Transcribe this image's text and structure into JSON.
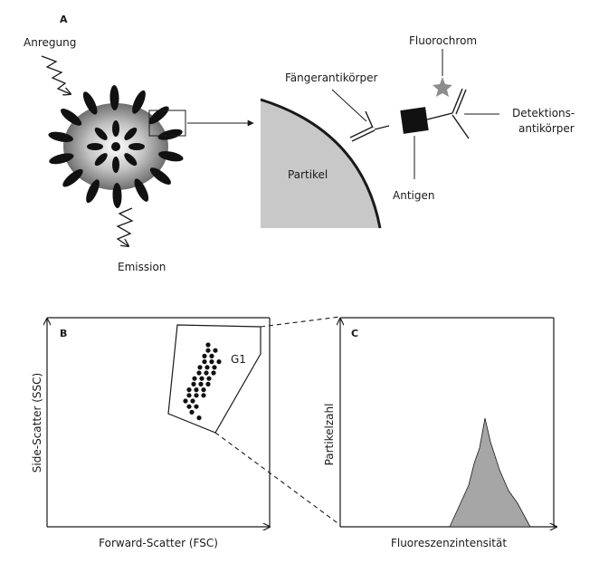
{
  "panels": {
    "a": {
      "letter": "A",
      "excitation": "Anregung",
      "emission": "Emission",
      "fluorochrome": "Fluorochrom",
      "capture_antibody": "Fängerantikörper",
      "detection_antibody_line1": "Detektions-",
      "detection_antibody_line2": "antikörper",
      "particle": "Partikel",
      "antigen": "Antigen"
    },
    "b": {
      "letter": "B",
      "ylabel": "Side-Scatter (SSC)",
      "xlabel": "Forward-Scatter (FSC)",
      "gate_label": "G1"
    },
    "c": {
      "letter": "C",
      "ylabel": "Partikelzahl",
      "xlabel": "Fluoreszenzintensität"
    }
  },
  "colors": {
    "ink": "#1a1a1a",
    "particle_fill": "#c8c8c8",
    "histogram_fill": "#a6a6a6",
    "fluorochrome": "#8c8c8c"
  }
}
